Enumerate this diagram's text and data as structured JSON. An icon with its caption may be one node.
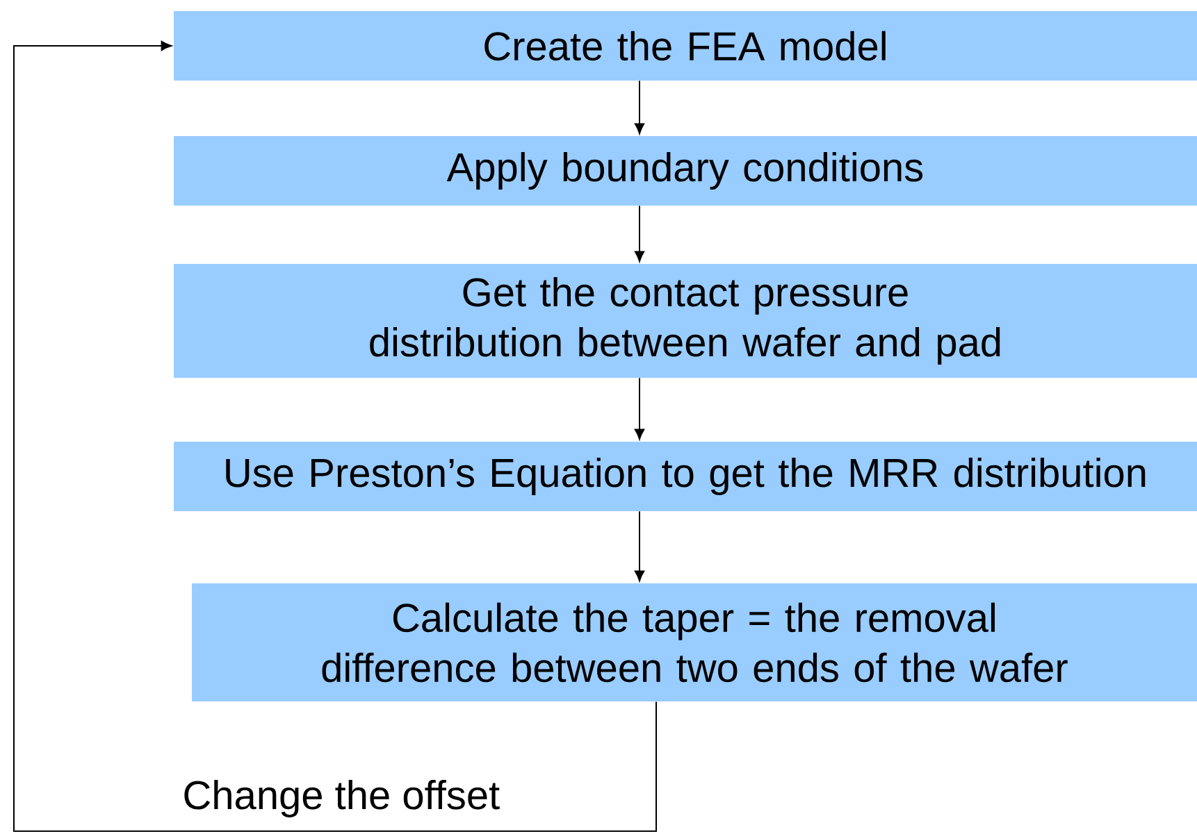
{
  "diagram": {
    "nodes": [
      {
        "text": [
          "Create the FEA model"
        ]
      },
      {
        "text": [
          "Apply boundary conditions"
        ]
      },
      {
        "text": [
          "Get the contact pressure distribution between wafer and pad"
        ]
      },
      {
        "text": [
          "Use Preston’s Equation to get the MRR distribution"
        ]
      },
      {
        "text": [
          "Calculate the taper = the removal difference between two ends of the wafer"
        ]
      }
    ],
    "edges": [
      {
        "from": 0,
        "to": 1,
        "arrow": "to"
      },
      {
        "from": 1,
        "to": 2,
        "arrow": "to"
      },
      {
        "from": 2,
        "to": 3,
        "arrow": "to"
      },
      {
        "from": 3,
        "to": 4,
        "arrow": "to"
      },
      {
        "from": 4,
        "to": 0,
        "arrow": "to",
        "label": "Change the offset"
      }
    ]
  }
}
